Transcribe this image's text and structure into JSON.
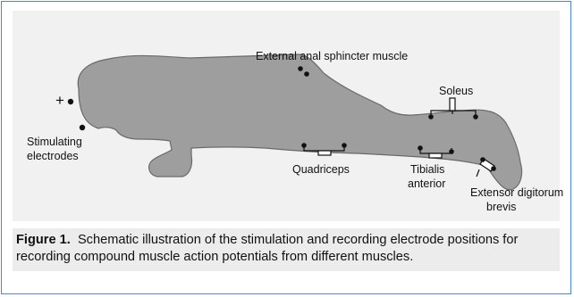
{
  "labels": {
    "plus": "+",
    "minus": "-",
    "external_anal_sphincter": "External anal sphincter muscle",
    "soleus": "Soleus",
    "stimulating": "Stimulating",
    "electrodes": "electrodes",
    "quadriceps": "Quadriceps",
    "tibialis": "Tibialis",
    "anterior": "anterior",
    "extensor": "Extensor digitorum",
    "brevis": "brevis"
  },
  "caption": {
    "label": "Figure 1.",
    "text": "Schematic illustration of the stimulation and recording electrode positions for recording compound muscle action potentials from different muscles."
  },
  "colors": {
    "border": "#4f88c8",
    "panel": "#f1f1f1",
    "body_fill": "#9e9e9e",
    "body_outline": "#6a6a6a",
    "caption_bg": "#ececec"
  }
}
